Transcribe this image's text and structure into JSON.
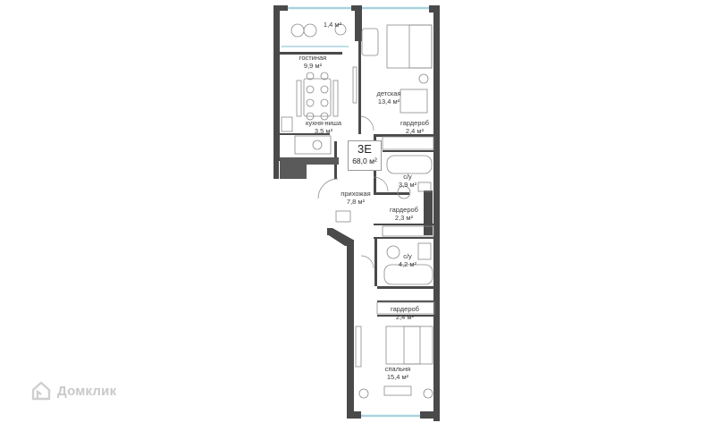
{
  "apartment": {
    "type": "3Е",
    "area": "68,0 м²"
  },
  "rooms": [
    {
      "id": "balcony",
      "name": "",
      "area": "1,4 м²"
    },
    {
      "id": "living",
      "name": "гостиная",
      "area": "9,9 м²"
    },
    {
      "id": "kitchen",
      "name": "кухня-ниша",
      "area": "3,5 м²"
    },
    {
      "id": "kids",
      "name": "детская",
      "area": "13,4 м²"
    },
    {
      "id": "wardrobe1",
      "name": "гардероб",
      "area": "2,4 м²"
    },
    {
      "id": "bath1",
      "name": "с/у",
      "area": "3,9 м²"
    },
    {
      "id": "hall",
      "name": "прихожая",
      "area": "7,8 м²"
    },
    {
      "id": "wardrobe2",
      "name": "гардероб",
      "area": "2,3 м²"
    },
    {
      "id": "bath2",
      "name": "с/у",
      "area": "4,2 м²"
    },
    {
      "id": "wardrobe3",
      "name": "гардероб",
      "area": "2,4 м²"
    },
    {
      "id": "bedroom",
      "name": "спальня",
      "area": "15,4 м²"
    }
  ],
  "watermark": {
    "text": "Домклик",
    "icon": "house-icon"
  },
  "colors": {
    "wall": "#4a4a4a",
    "window": "#a9d3de",
    "furniture": "#8a8a8a"
  }
}
